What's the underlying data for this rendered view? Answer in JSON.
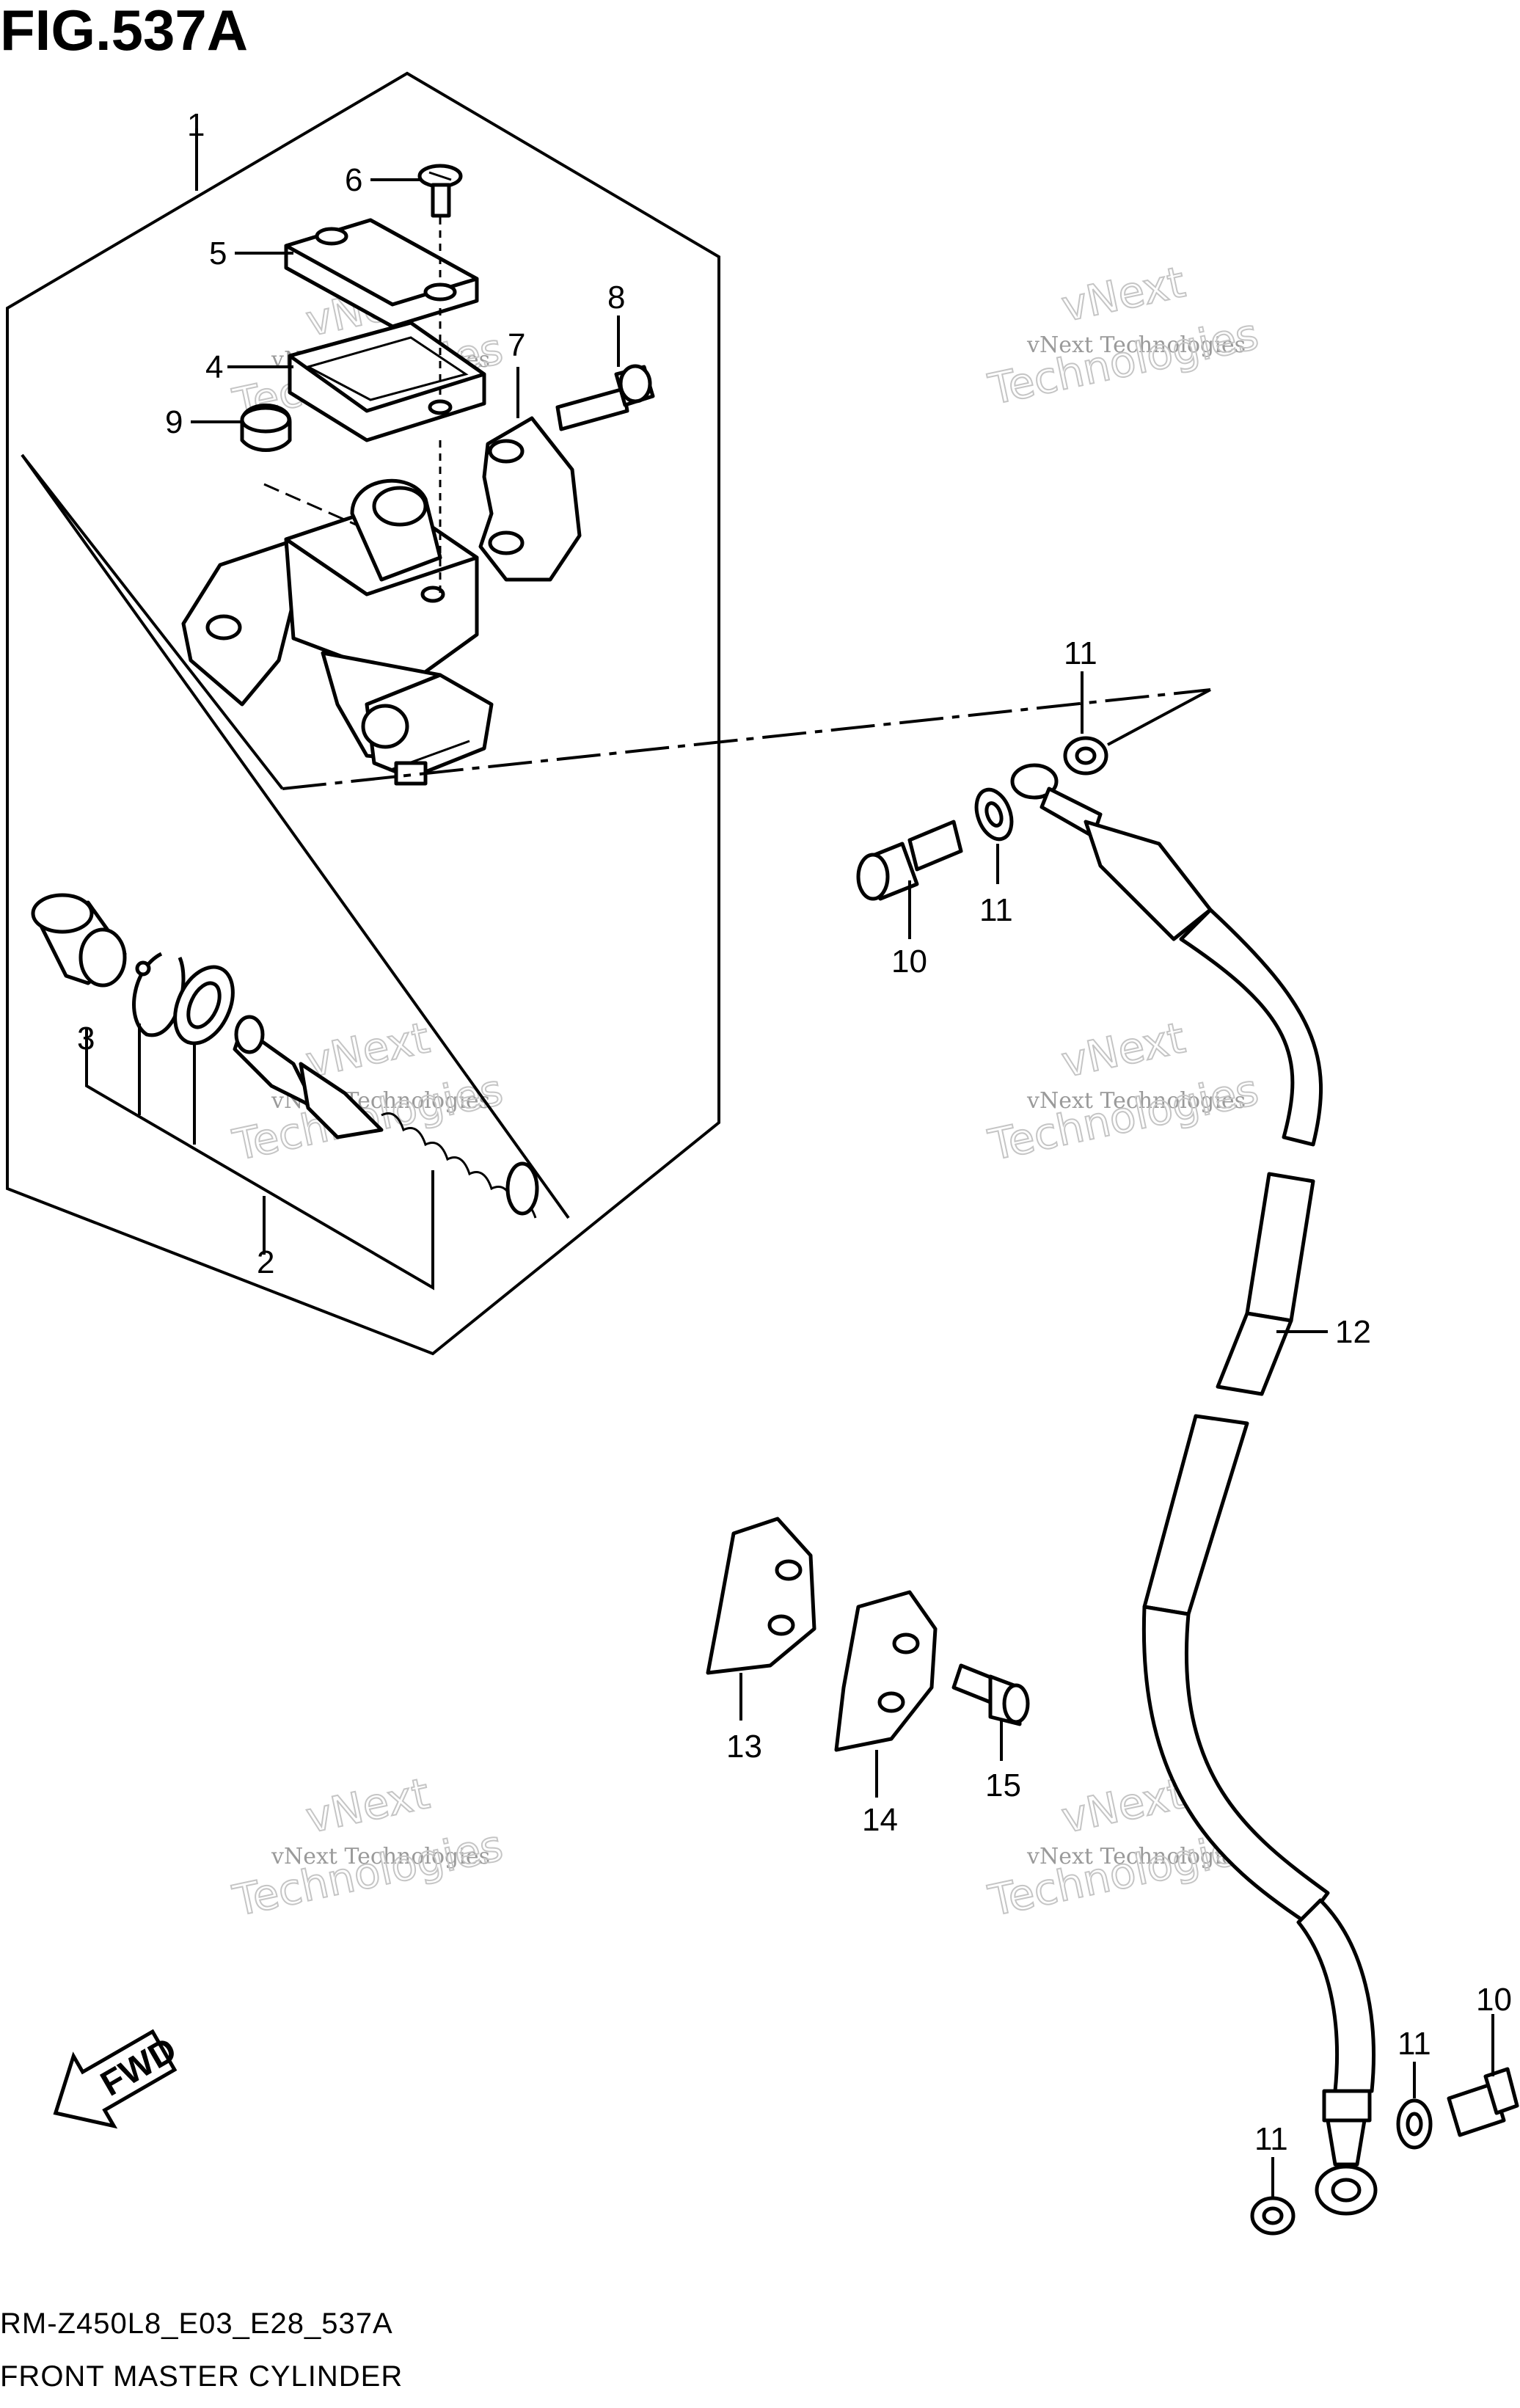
{
  "figure": {
    "title": "FIG.537A"
  },
  "caption": {
    "code": "RM-Z450L8_E03_E28_537A",
    "name": "FRONT MASTER CYLINDER"
  },
  "fwd_label": "FWD",
  "watermark": {
    "line1": "vNext Technologies",
    "line2": "vNext",
    "line3": "Technologies"
  },
  "callouts": {
    "c1": "1",
    "c2": "2",
    "c3": "3",
    "c4": "4",
    "c5": "5",
    "c6": "6",
    "c7": "7",
    "c8": "8",
    "c9": "9",
    "c10a": "10",
    "c10b": "10",
    "c11a": "11",
    "c11b": "11",
    "c11c": "11",
    "c11d": "11",
    "c12": "12",
    "c13": "13",
    "c14": "14",
    "c15": "15"
  },
  "icons": [
    "fwd-arrow-icon"
  ]
}
